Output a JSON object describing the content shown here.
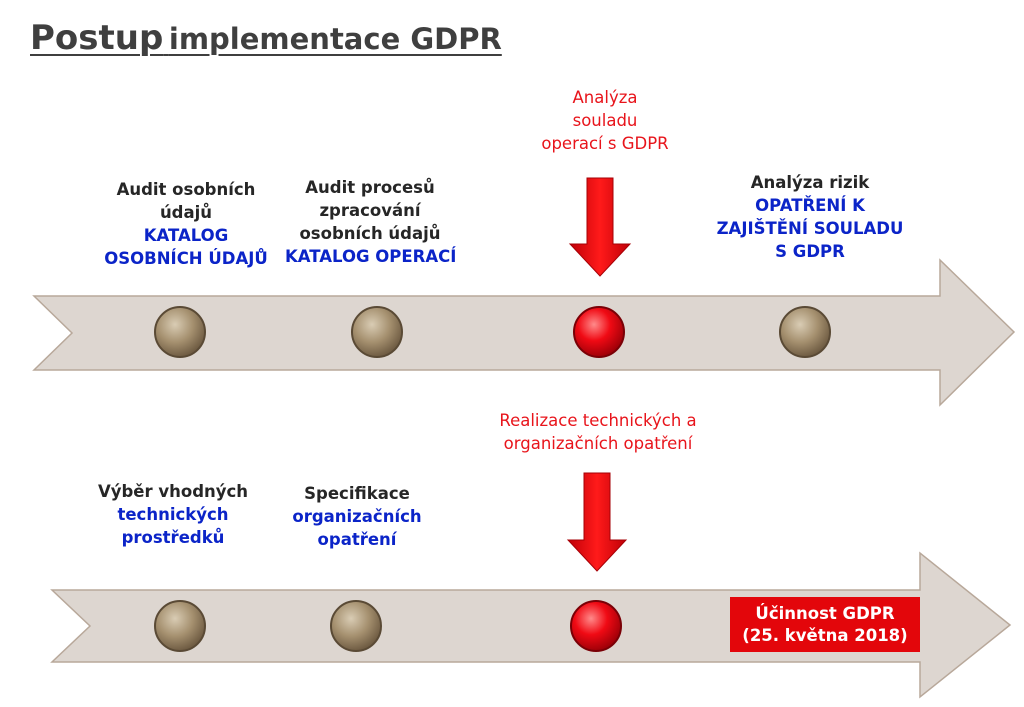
{
  "title": {
    "part1": "Postup",
    "part2": "implementace GDPR"
  },
  "row1": {
    "steps": [
      {
        "lines": [
          "Audit osobních",
          "údajů"
        ],
        "highlight": [
          "KATALOG",
          "OSOBNÍCH ÚDAJŮ"
        ],
        "status": "done"
      },
      {
        "lines": [
          "Audit  procesů",
          "zpracování",
          "osobních údajů"
        ],
        "highlight": [
          "KATALOG OPERACÍ"
        ],
        "status": "done"
      },
      {
        "lines": [
          "Analýza",
          "souladu",
          "operací s GDPR"
        ],
        "status": "current"
      },
      {
        "lines": [
          "Analýza rizik"
        ],
        "highlight": [
          "OPATŘENÍ K",
          "ZAJIŠTĚNÍ SOULADU",
          "S GDPR"
        ],
        "status": "done"
      }
    ]
  },
  "row2": {
    "steps": [
      {
        "lines": [
          "Výběr vhodných"
        ],
        "highlight": [
          "technických",
          "prostředků"
        ],
        "status": "done"
      },
      {
        "lines": [
          "Specifikace"
        ],
        "highlight": [
          "organizačních",
          "opatření"
        ],
        "status": "done"
      },
      {
        "lines": [
          "Realizace technických a",
          "organizačních opatření"
        ],
        "status": "current"
      }
    ],
    "milestone": {
      "line1": "Účinnost GDPR",
      "line2": "(25. května 2018)"
    }
  },
  "colors": {
    "arrow_fill": "#ddd6d0",
    "arrow_stroke": "#b8a89a",
    "done_dot": "#a08d70",
    "current_dot": "#e8000a",
    "marker": "#e8000a"
  }
}
